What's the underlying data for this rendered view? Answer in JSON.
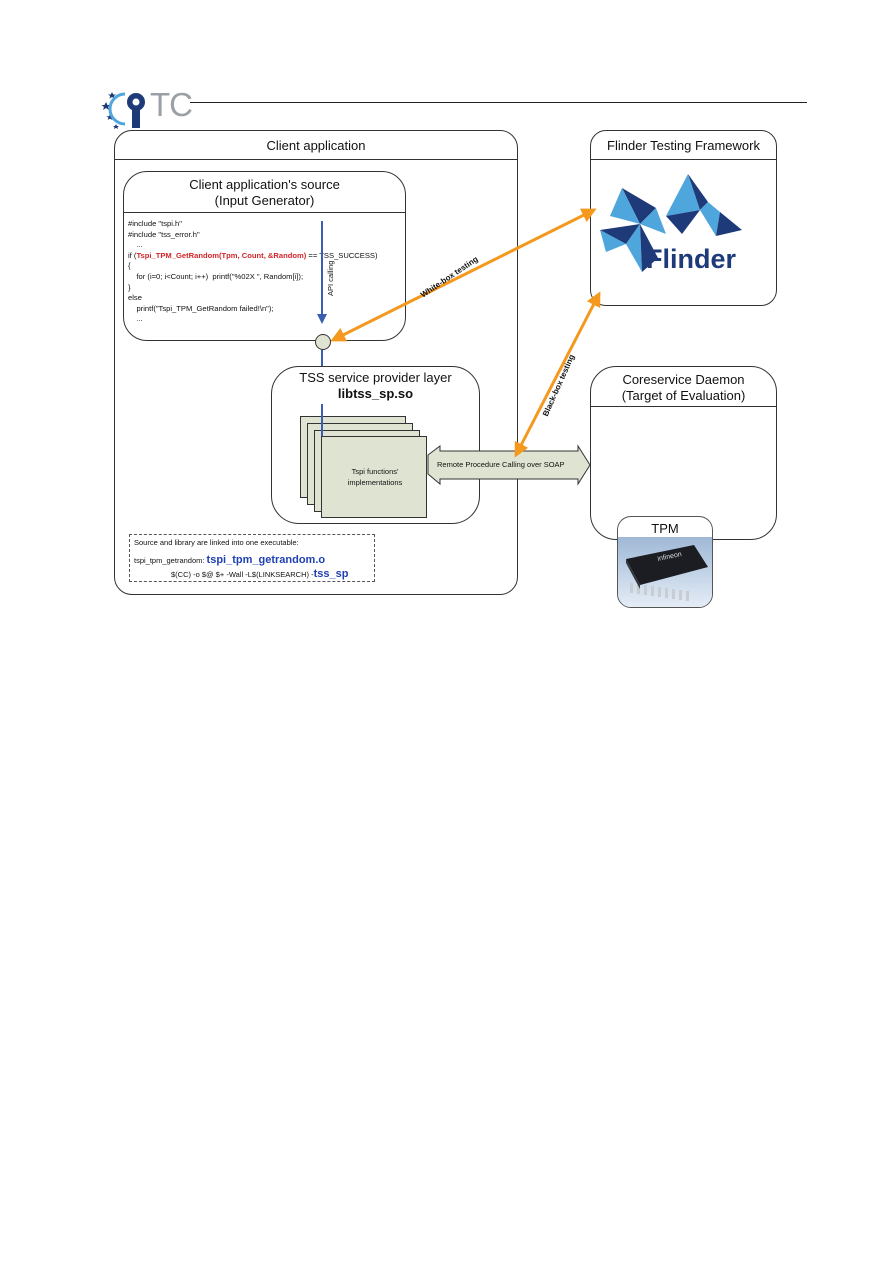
{
  "header": {
    "logo_text": "TC"
  },
  "client_app": {
    "title": "Client application"
  },
  "source_box": {
    "title_line1": "Client application's source",
    "title_line2": "(Input Generator)",
    "code": {
      "l1": "#include \"tspi.h\"",
      "l2": "#include \"tss_error.h\"",
      "l3": "    ...",
      "l4_prefix": "if (",
      "l4_red": "Tspi_TPM_GetRandom(Tpm, Count, &Random)",
      "l4_suffix": " == TSS_SUCCESS)",
      "l5": "{",
      "l6": "    for (i=0; i<Count; i++)  printf(\"%02X \", Random[i]);",
      "l7": "}",
      "l8": "else",
      "l9": "    printf(\"Tspi_TPM_GetRandom failed!\\n\");",
      "l10": "    ..."
    }
  },
  "api_label": "API calling",
  "tss_box": {
    "title": "TSS service provider layer",
    "lib": "libtss_sp.so"
  },
  "impl_label_line1": "Tspi functions'",
  "impl_label_line2": "implementations",
  "link_box": {
    "line1": "Source and library are linked into one executable:",
    "line2_prefix": "tspi_tpm_getrandom: ",
    "line2_blue": "tspi_tpm_getrandom.o",
    "line3_prefix": "$(CC) -o $@ $+ -Wall -L$(LINKSEARCH) -",
    "line3_blue": "tss_sp"
  },
  "rpc_label": "Remote Procedure Calling over SOAP",
  "flinder_box": {
    "title": "Flinder Testing Framework",
    "logo_text": "Flinder"
  },
  "core_box": {
    "title_line1": "Coreservice Daemon",
    "title_line2": "(Target of Evaluation)"
  },
  "tpm_box": {
    "title": "TPM",
    "chip_text": "infineon"
  },
  "white_box_label": "White-box testing",
  "black_box_label": "Black-box testing",
  "colors": {
    "orange": "#f4981e",
    "blue_line": "#3a5fb0",
    "flinder_dark": "#1e3a78",
    "flinder_light": "#4fa6dc",
    "page_fill": "#dfe4d2"
  }
}
